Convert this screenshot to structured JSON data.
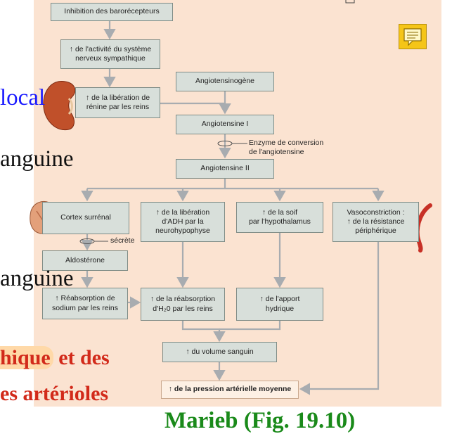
{
  "boxes": {
    "baroreceptor": "Inhibition des barorécepteurs",
    "sympathetic": "↑ de l'activité du système\nnerveux sympathique",
    "renin": "↑ de la libération de\nrénine par les reins",
    "angiotensinogen": "Angiotensinogène",
    "angiotensin1": "Angiotensine I",
    "angiotensin2": "Angiotensine II",
    "cortex": "Cortex surrénal",
    "adh": "↑ de la libération\nd'ADH par la\nneurohypophyse",
    "thirst": "↑ de la soif\npar l'hypothalamus",
    "vasoconstriction": "Vasoconstriction :\n↑ de la résistance\npériphérique",
    "aldosterone": "Aldostérone",
    "sodium": "↑ Réabsorption de\nsodium par les reins",
    "water_reabs": "↑ de la réabsorption\nd'H₂0 par les reins",
    "water_intake": "↑ de l'apport\nhydrique",
    "blood_volume": "↑ du volume sanguin",
    "pressure": "↑ de la pression artérielle moyenne"
  },
  "labels": {
    "enzyme": "Enzyme de conversion\nde l'angiotensine",
    "secrete": "sécrète"
  },
  "slide_text": {
    "local": "local",
    "sanguine1": "anguine",
    "sanguine2": "anguine",
    "line1_red": "hique",
    "line1_black": " et des",
    "line2_red": "es artérioles",
    "footer": "Marieb (Fig. 19.10)"
  },
  "icons": [
    "kidney-icon",
    "adrenal-gland-icon",
    "artery-icon",
    "note-icon"
  ],
  "colors": {
    "panel": "#fbe3d1",
    "box": "#d8dfda",
    "arrow": "#a8acb0",
    "slide_blue": "#1a1aff",
    "slide_red": "#d22a1a",
    "footer_green": "#1a8a1a",
    "highlight": "#ffd9a8"
  }
}
